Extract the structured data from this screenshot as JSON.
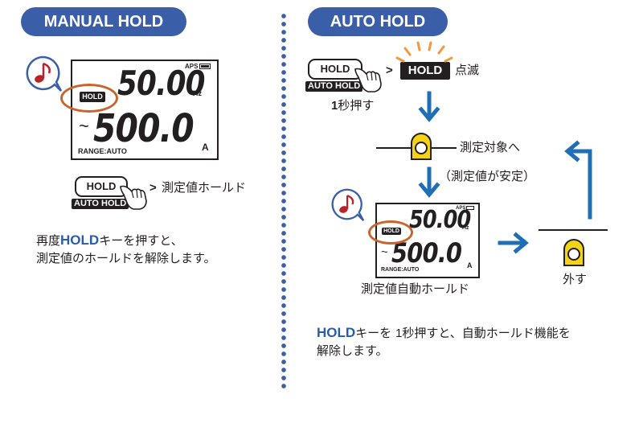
{
  "manual": {
    "title": "MANUAL HOLD",
    "lcd": {
      "aps": "APS",
      "hold": "HOLD",
      "freq": "50.00",
      "freq_unit": "Hz",
      "tilde": "~",
      "current": "500.0",
      "current_unit": "A",
      "range": "RANGE:AUTO"
    },
    "button": {
      "label": "HOLD",
      "sub": "AUTO HOLD"
    },
    "action_arrow": ">",
    "action_text": "測定値ホールド",
    "desc": {
      "line1_key": "HOLD",
      "line1_rest": "キーを押すと、",
      "prefix": "再度",
      "line2": "測定値のホールドを解除します。"
    }
  },
  "auto": {
    "title": "AUTO HOLD",
    "button": {
      "label": "HOLD",
      "sub": "AUTO HOLD"
    },
    "step1": {
      "arrow": ">",
      "hold": "HOLD",
      "blink": "点滅",
      "press_num": "1",
      "press_text": "秒押す"
    },
    "measure_target": "測定対象へ",
    "stable": "（測定値が安定）",
    "lcd": {
      "aps": "APS",
      "hold": "HOLD",
      "freq": "50.00",
      "freq_unit": "Hz",
      "tilde": "~",
      "current": "500.0",
      "current_unit": "A",
      "range": "RANGE:AUTO"
    },
    "lcd_caption": "測定値自動ホールド",
    "remove": "外す",
    "desc": {
      "key": "HOLD",
      "mid": "キーを",
      "num": "1",
      "rest": "秒押すと、自動ホールド機能を",
      "line2": "解除します。"
    }
  },
  "colors": {
    "pill": "#3a5ea8",
    "accent_blue": "#2a5caa",
    "arrow_blue": "#1f6fb5",
    "ring": "#c8642c",
    "clamp_yellow": "#f5d416",
    "burst": "#f09a3e",
    "note": "#b8232a"
  },
  "icons": [
    "music-note-icon",
    "pointing-hand-icon",
    "clamp-icon",
    "arrow-down-icon",
    "arrow-right-icon",
    "arrow-up-return-icon",
    "blink-burst-icon"
  ]
}
